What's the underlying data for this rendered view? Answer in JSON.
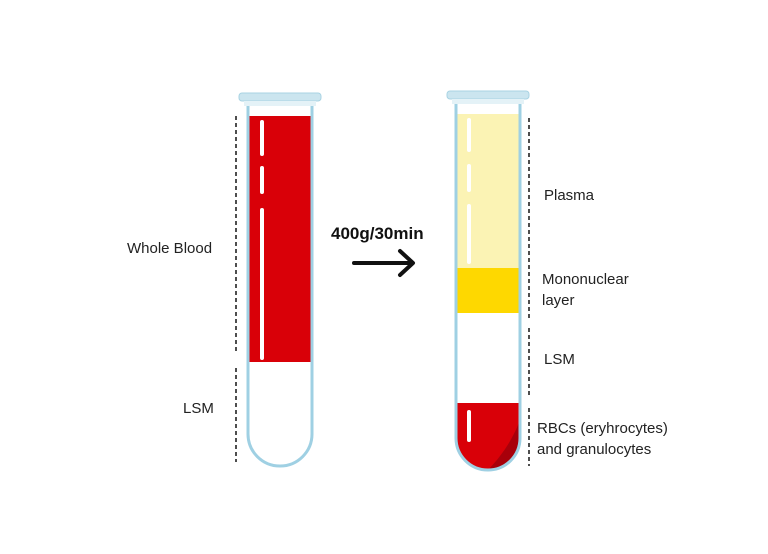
{
  "before": {
    "labels": {
      "whole_blood": "Whole Blood",
      "lsm": "LSM"
    }
  },
  "step": {
    "label": "400g/30min"
  },
  "after": {
    "labels": {
      "plasma": "Plasma",
      "mononuclear": "Mononuclear layer",
      "lsm": "LSM",
      "rbc_line1": "RBCs (eryhrocytes)",
      "rbc_line2": "and granulocytes"
    }
  },
  "colors": {
    "blood": "#d90008",
    "plasma": "#fbf3b4",
    "mononuclear": "#fed800",
    "lsm": "#ffffff",
    "rbc_dark": "#a8000a",
    "tube_outline": "#9fd0e3",
    "cap": "#cbe5ef"
  }
}
